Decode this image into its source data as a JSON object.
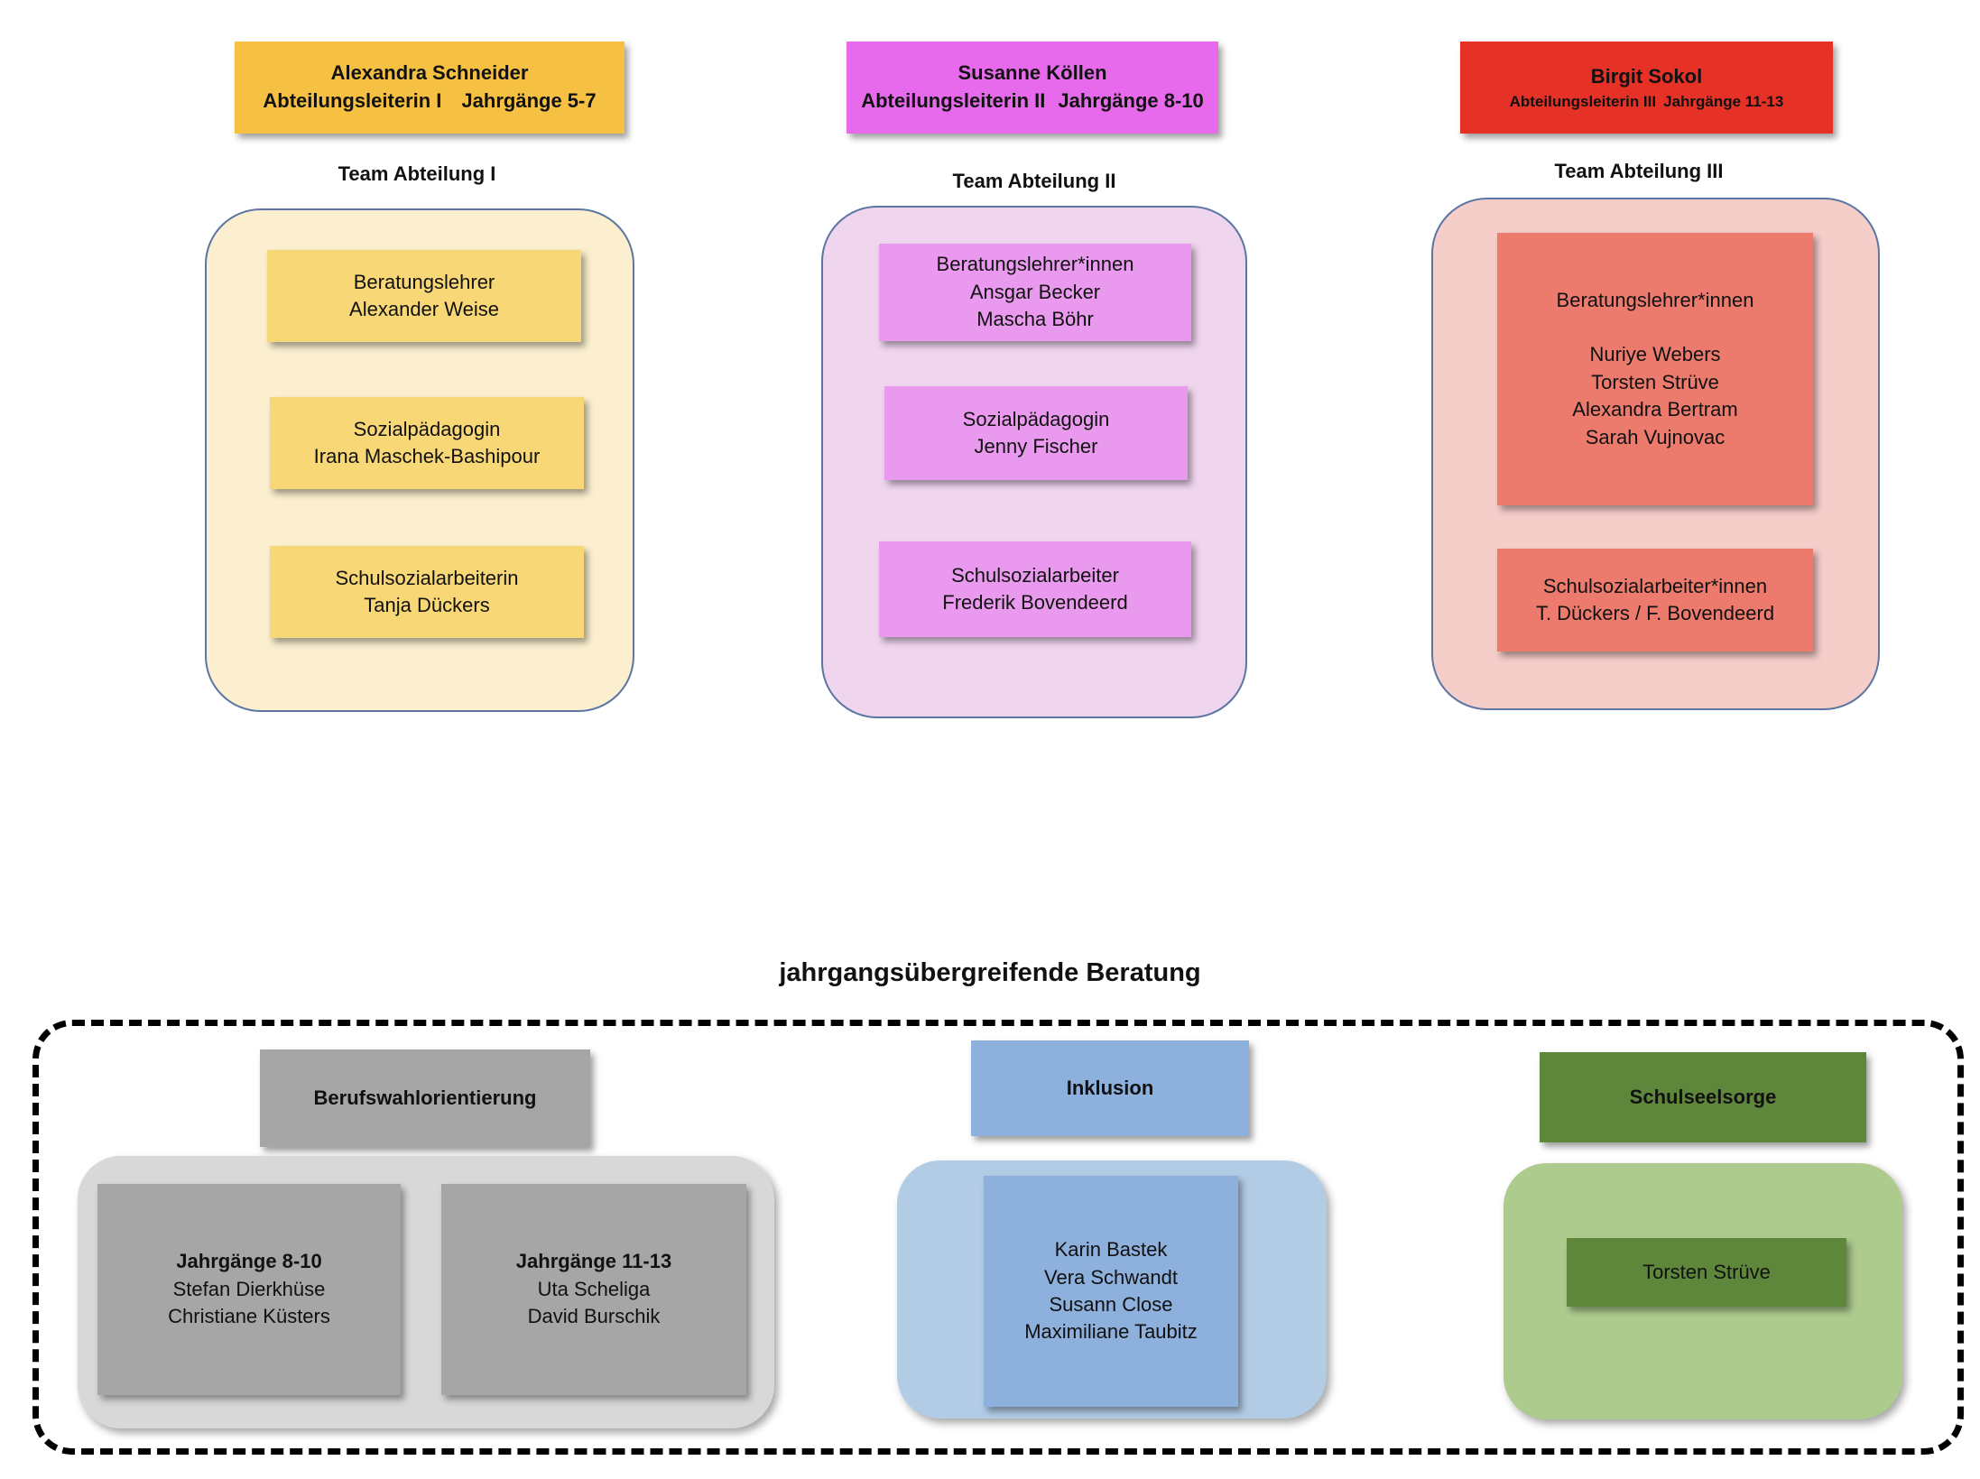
{
  "leaders": [
    {
      "name": "Alexandra Schneider",
      "role": "Abteilungsleiterin I",
      "years": "Jahrgänge 5-7",
      "color": "#f6c143"
    },
    {
      "name": "Susanne Köllen",
      "role": "Abteilungsleiterin II",
      "years": "Jahrgänge 8-10",
      "color": "#e86aec"
    },
    {
      "name": "Birgit Sokol",
      "role": "Abteilungsleiterin III",
      "years": "Jahrgänge 11-13",
      "color": "#e63226"
    }
  ],
  "teams": [
    {
      "label": "Team Abteilung I",
      "bg": "#fbefcf",
      "box_color": "#f8d876",
      "boxes": [
        {
          "lines": [
            "Beratungslehrer",
            "Alexander Weise"
          ]
        },
        {
          "lines": [
            "Sozialpädagogin",
            "Irana Maschek-Bashipour"
          ]
        },
        {
          "lines": [
            "Schulsozialarbeiterin",
            "Tanja Dückers"
          ]
        }
      ]
    },
    {
      "label": "Team Abteilung II",
      "bg": "#f0d5ef",
      "box_color": "#ea9aee",
      "boxes": [
        {
          "lines": [
            "Beratungslehrer*innen",
            "Ansgar Becker",
            "Mascha Böhr"
          ]
        },
        {
          "lines": [
            "Sozialpädagogin",
            "Jenny Fischer"
          ]
        },
        {
          "lines": [
            "Schulsozialarbeiter",
            "Frederik Bovendeerd"
          ]
        }
      ]
    },
    {
      "label": "Team Abteilung III",
      "bg": "#f5cdc9",
      "box_color": "#ec7b6e",
      "boxes": [
        {
          "title": "Beratungslehrer*innen",
          "lines": [
            "Nuriye Webers",
            "Torsten Strüve",
            "Alexandra Bertram",
            "Sarah Vujnovac"
          ]
        },
        {
          "lines": [
            "Schulsozialarbeiter*innen",
            "T. Dückers / F. Bovendeerd"
          ]
        }
      ]
    }
  ],
  "cross": {
    "title": "jahrgangsübergreifende Beratung",
    "groups": [
      {
        "heading": "Berufswahlorientierung",
        "heading_color": "#a6a6a6",
        "panel_color": "#d8d8d8",
        "boxes": [
          {
            "title": "Jahrgänge 8-10",
            "lines": [
              "Stefan Dierkhüse",
              "Christiane Küsters"
            ]
          },
          {
            "title": "Jahrgänge 11-13",
            "lines": [
              "Uta Scheliga",
              "David Burschik"
            ]
          }
        ]
      },
      {
        "heading": "Inklusion",
        "heading_color": "#8eb0dc",
        "panel_color": "#b3cce6",
        "boxes": [
          {
            "lines": [
              "Karin Bastek",
              "Vera Schwandt",
              "Susann Close",
              "Maximiliane Taubitz"
            ]
          }
        ]
      },
      {
        "heading": "Schulseelsorge",
        "heading_color": "#5f873c",
        "panel_color": "#aecb8e",
        "boxes": [
          {
            "lines": [
              "Torsten Strüve"
            ]
          }
        ]
      }
    ]
  }
}
